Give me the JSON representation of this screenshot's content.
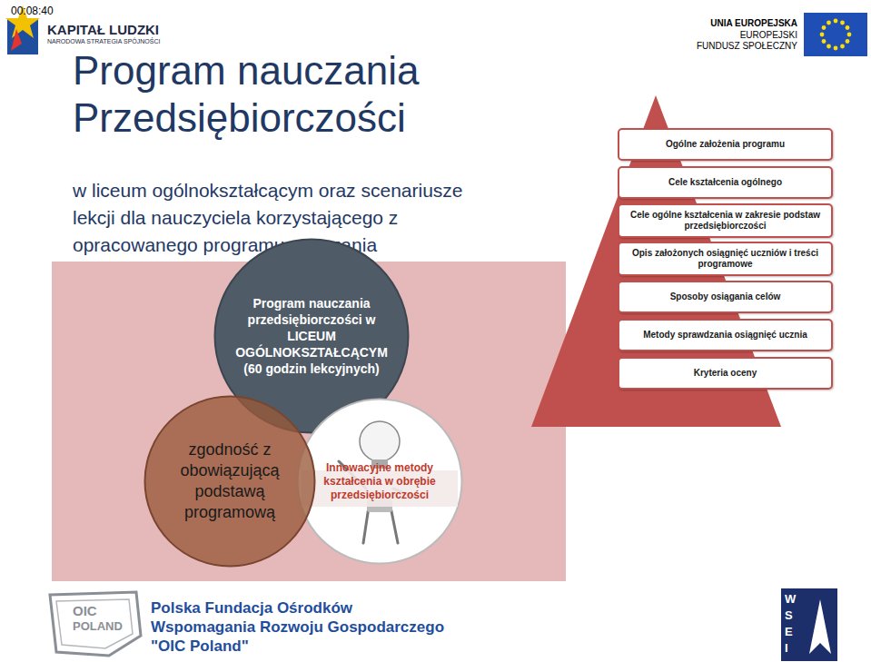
{
  "diagram": {
    "title": "Program nauczania Przedsiębiorczości",
    "nodes": [
      {
        "text": [
          "Program nauczania przedsiębiorczości w LICEUM OGÓLNOKSZTAŁCĄCYM (60 godzin lekcyjnych)"
        ]
      },
      {
        "text": [
          "Innowacyjne metody kształcenia w obrębie przedsiębiorczości"
        ]
      },
      {
        "text": [
          "zgodność z obowiązującą podstawą programową"
        ]
      },
      {
        "text": [
          "Ogólne założenia programu"
        ]
      },
      {
        "text": [
          "Cele kształcenia ogólnego"
        ]
      },
      {
        "text": [
          "Cele ogólne kształcenia w zakresie podstaw przedsiębiorczości"
        ]
      },
      {
        "text": [
          "Opis założonych osiągnięć uczniów i treści programowe"
        ]
      },
      {
        "text": [
          "Sposoby osiągania celów"
        ]
      },
      {
        "text": [
          "Metody sprawdzania osiągnięć ucznia"
        ]
      },
      {
        "text": [
          "Kryteria oceny"
        ]
      }
    ],
    "labels": [
      "00:08:40",
      "KAPITAŁ LUDZKI",
      "NARODOWA STRATEGIA SPÓJNOŚCI",
      "UNIA EUROPEJSKA",
      "EUROPEJSKI",
      "FUNDUSZ SPOŁECZNY",
      "w liceum ogólnokształcącym oraz scenariusze lekcji dla nauczyciela korzystającego z opracowanego programu nauczania",
      "OIC",
      "POLAND",
      "Polska Fundacja Ośrodków",
      "Wspomagania Rozwoju Gospodarczego",
      "\"OIC Poland\"",
      "W",
      "S",
      "E",
      "I"
    ]
  }
}
